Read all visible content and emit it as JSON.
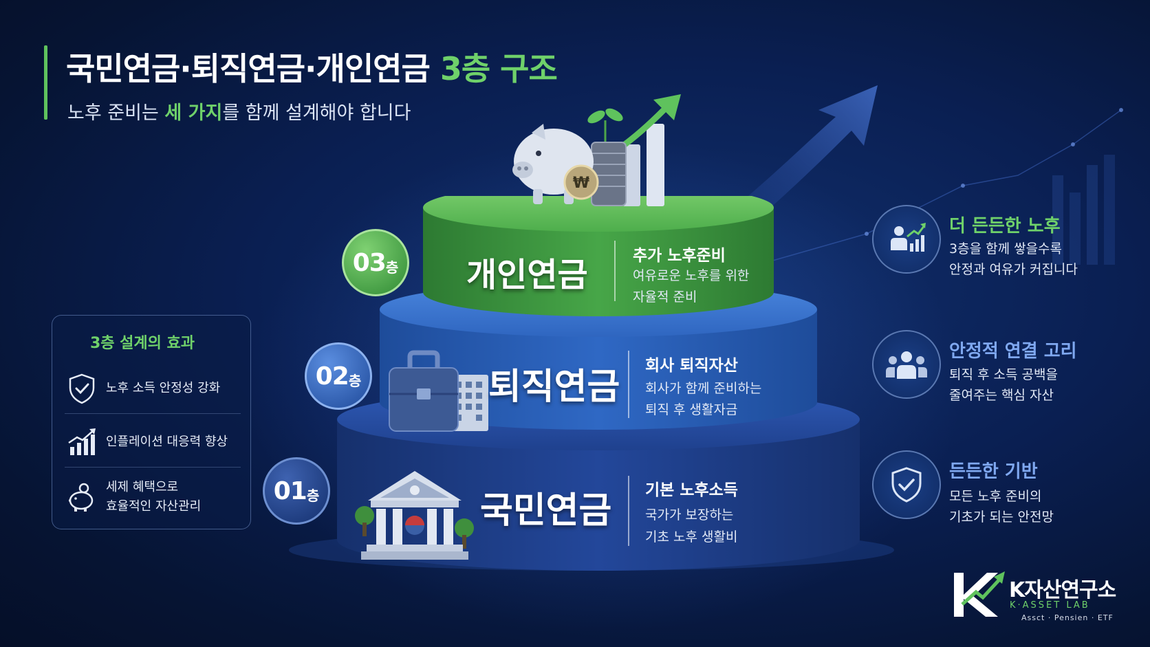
{
  "header": {
    "title_main": "국민연금·퇴직연금·개인연금",
    "title_accent": "3층 구조",
    "subtitle_pre": "노후 준비는",
    "subtitle_highlight": "세 가지",
    "subtitle_post": "를 함께 설계해야 합니다"
  },
  "effects_panel": {
    "title": "3층 설계의 효과",
    "items": [
      {
        "icon": "shield-check-icon",
        "text": "노후 소득 안정성 강화"
      },
      {
        "icon": "bar-chart-up-icon",
        "text": "인플레이션 대응력 향상"
      },
      {
        "icon": "piggy-bank-icon",
        "line1": "세제 혜택으로",
        "line2": "효율적인 자산관리"
      }
    ]
  },
  "tiers": [
    {
      "badge_num": "03",
      "badge_unit": "층",
      "name": "개인연금",
      "head": "추가 노후준비",
      "desc1": "여유로운 노후를 위한",
      "desc2": "자율적 준비",
      "color": "#3f9b42",
      "icon": "piggy-bank-coins-chart-icon"
    },
    {
      "badge_num": "02",
      "badge_unit": "층",
      "name": "퇴직연금",
      "head": "회사 퇴직자산",
      "desc1": "회사가 함께 준비하는",
      "desc2": "퇴직 후 생활자금",
      "color": "#2a5db0",
      "icon": "briefcase-building-icon"
    },
    {
      "badge_num": "01",
      "badge_unit": "층",
      "name": "국민연금",
      "head": "기본 노후소득",
      "desc1": "국가가 보장하는",
      "desc2": "기초 노후 생활비",
      "color": "#1e3f88",
      "icon": "government-building-icon"
    }
  ],
  "features": [
    {
      "icon": "growth-person-icon",
      "title": "더 든든한 노후",
      "line1": "3층을 함께 쌓을수록",
      "line2": "안정과 여유가 커집니다",
      "title_color": "#6fd16a"
    },
    {
      "icon": "people-group-icon",
      "title": "안정적 연결 고리",
      "line1": "퇴직 후 소득 공백을",
      "line2": "줄여주는 핵심 자산",
      "title_color": "#7fa8f0"
    },
    {
      "icon": "shield-check-icon",
      "title": "든든한 기반",
      "line1": "모든 노후 준비의",
      "line2": "기초가 되는 안전망",
      "title_color": "#7fa8f0"
    }
  ],
  "logo": {
    "name": "K자산연구소",
    "sub": "K·ASSET LAB",
    "tagline": "Assct · Pensien · ETF"
  },
  "colors": {
    "accent_green": "#6fd16a",
    "background": "#0a1f52"
  }
}
